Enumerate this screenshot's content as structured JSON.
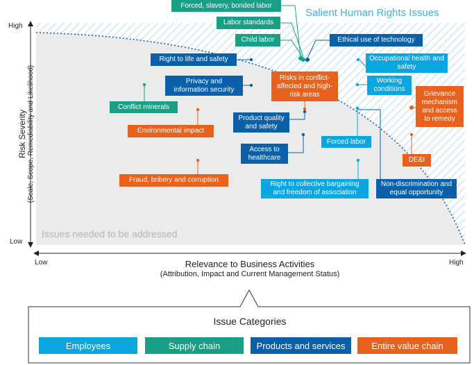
{
  "title": "Salient Human Rights Issues",
  "region_label": "Issues needed to be addressed",
  "axes": {
    "y_high": "High",
    "y_low": "Low",
    "y_title": "Risk Severity",
    "y_subtitle": "(Scale, Scope, Remediability and Likelihood)",
    "x_low": "Low",
    "x_high": "High",
    "x_title": "Relevance to Business Activities",
    "x_subtitle": "(Attribution, Impact and Current Management Status)"
  },
  "colors": {
    "employees": "#0aa6e0",
    "supply_chain": "#17a086",
    "products": "#0b61a9",
    "value_chain": "#e8621d",
    "region": "#ebebeb",
    "hatch": "#b8dcf0",
    "title": "#3cb4e0"
  },
  "issues": {
    "forced_slavery": "Forced, slavery, bonded labor",
    "labor_standards": "Labor standards",
    "child_labor": "Child labor",
    "ethical_tech": "Ethical use of technology",
    "right_to_life": "Right to life and safety",
    "occupational_health": "Occupational health and safety",
    "privacy": "Privacy and information security",
    "risks_conflict": "Risks in conflict-affected and high-risk areas",
    "working_conditions": "Working conditions",
    "grievance": "Grievance mechanism and access to remedy",
    "conflict_minerals": "Conflict minerals",
    "product_quality": "Product quality and safety",
    "environmental": "Environmental impact",
    "access_healthcare": "Access to healthcare",
    "forced_labor": "Forced labor",
    "dei": "DE&I",
    "fraud": "Fraud, bribery and corruption",
    "collective_bargaining": "Right to collective bargaining and freedom of association",
    "non_discrimination": "Non-discrimination and equal opportunity"
  },
  "legend": {
    "title": "Issue Categories",
    "employees": "Employees",
    "supply_chain": "Supply chain",
    "products": "Products and services",
    "value_chain": "Entire value chain"
  }
}
